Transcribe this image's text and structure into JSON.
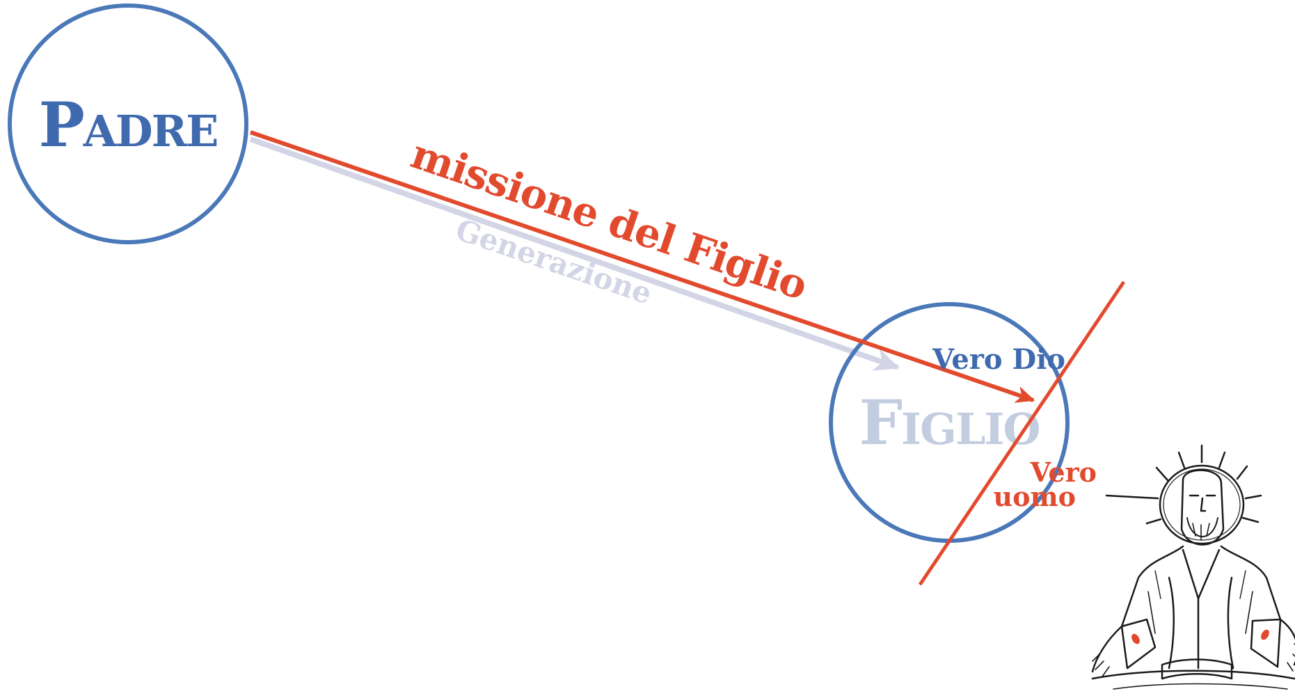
{
  "diagram": {
    "padre_label": "Padre",
    "figlio_label": "Figlio",
    "mission_label": "missione del Figlio",
    "generation_label": "Generazione",
    "true_god_label": "Vero Dio",
    "true_man_line1": "Vero",
    "true_man_line2": "uomo"
  },
  "colors": {
    "circle_blue": "#4a78b8",
    "text_blue": "#3f6aae",
    "mission_red": "#e24a2e",
    "generation_lavender": "#d3d5e6",
    "figlio_faded": "#c3cde0"
  },
  "illustration": {
    "icon": "christ-blessing-icon"
  }
}
